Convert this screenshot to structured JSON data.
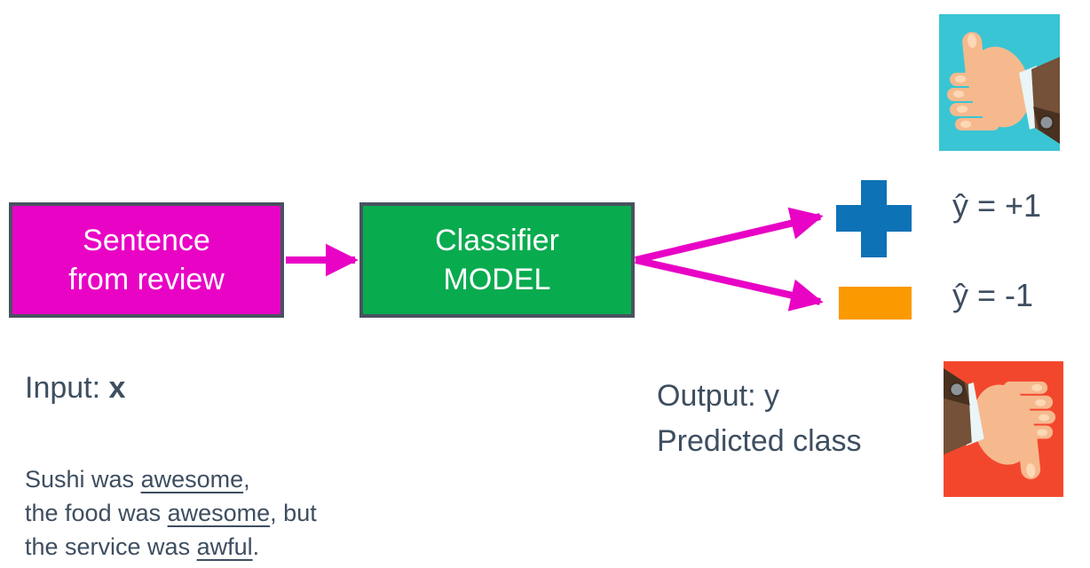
{
  "diagram": {
    "input_box": {
      "line1": "Sentence",
      "line2": "from review"
    },
    "model_box": {
      "line1": "Classifier",
      "line2": "MODEL"
    },
    "outputs": {
      "positive_label": "ŷ = +1",
      "negative_label": "ŷ = -1",
      "positive_symbol": "plus",
      "negative_symbol": "minus"
    },
    "input_caption": {
      "prefix": "Input: ",
      "symbol": "x"
    },
    "output_caption": {
      "line1": "Output: y",
      "line2": "Predicted class"
    },
    "example_review": {
      "line1": {
        "pre": "Sushi was ",
        "underlined": "awesome",
        "post": ","
      },
      "line2": {
        "pre": "the food was ",
        "underlined": "awesome",
        "post": ", but"
      },
      "line3": {
        "pre": "the service was ",
        "underlined": "awful",
        "post": "."
      }
    },
    "icons": {
      "thumbs_up": "thumbs-up-icon",
      "thumbs_down": "thumbs-down-icon",
      "plus": "plus-icon",
      "minus": "minus-icon"
    },
    "colors": {
      "box_magenta": "#e803c5",
      "box_green": "#09ab4f",
      "box_border": "#48525f",
      "arrow_magenta": "#e803c5",
      "plus_blue": "#0d72b6",
      "minus_orange": "#fb9900",
      "thumbs_up_bg": "#3ac5d4",
      "thumbs_down_bg": "#f3472d",
      "text": "#3e4e60"
    }
  }
}
